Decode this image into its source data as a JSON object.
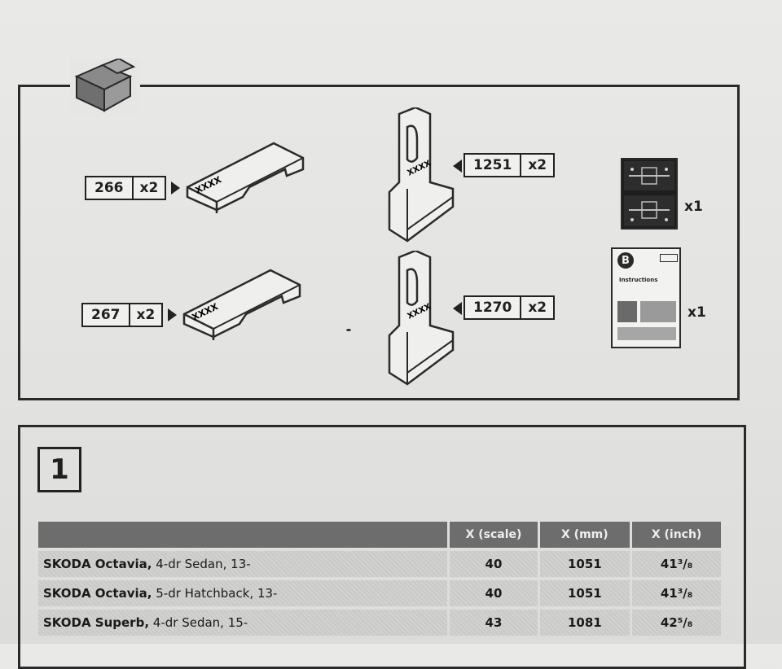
{
  "parts": [
    {
      "number": "266",
      "qty": "x2"
    },
    {
      "number": "267",
      "qty": "x2"
    },
    {
      "number": "1251",
      "qty": "x2"
    },
    {
      "number": "1270",
      "qty": "x2"
    }
  ],
  "extras": [
    {
      "qty": "x1",
      "icon": "template-sheet-icon"
    },
    {
      "qty": "x1",
      "icon": "instruction-booklet-icon"
    }
  ],
  "booklet": {
    "badge": "B",
    "heading": "Instructions"
  },
  "pad_marking": "XXXX",
  "step": {
    "number": "1"
  },
  "table": {
    "headers": [
      "",
      "X (scale)",
      "X (mm)",
      "X (inch)"
    ],
    "rows": [
      {
        "brand": "SKODA Octavia,",
        "model": " 4-dr Sedan, 13-",
        "scale": "40",
        "mm": "1051",
        "inch": "41³/₈"
      },
      {
        "brand": "SKODA Octavia,",
        "model": " 5-dr Hatchback, 13-",
        "scale": "40",
        "mm": "1051",
        "inch": "41³/₈"
      },
      {
        "brand": "SKODA Superb,",
        "model": " 4-dr Sedan, 15-",
        "scale": "43",
        "mm": "1081",
        "inch": "42⁵/₈"
      }
    ]
  },
  "colors": {
    "ink": "#222222",
    "paper": "#e6e6e4",
    "header": "#6d6d6d"
  }
}
